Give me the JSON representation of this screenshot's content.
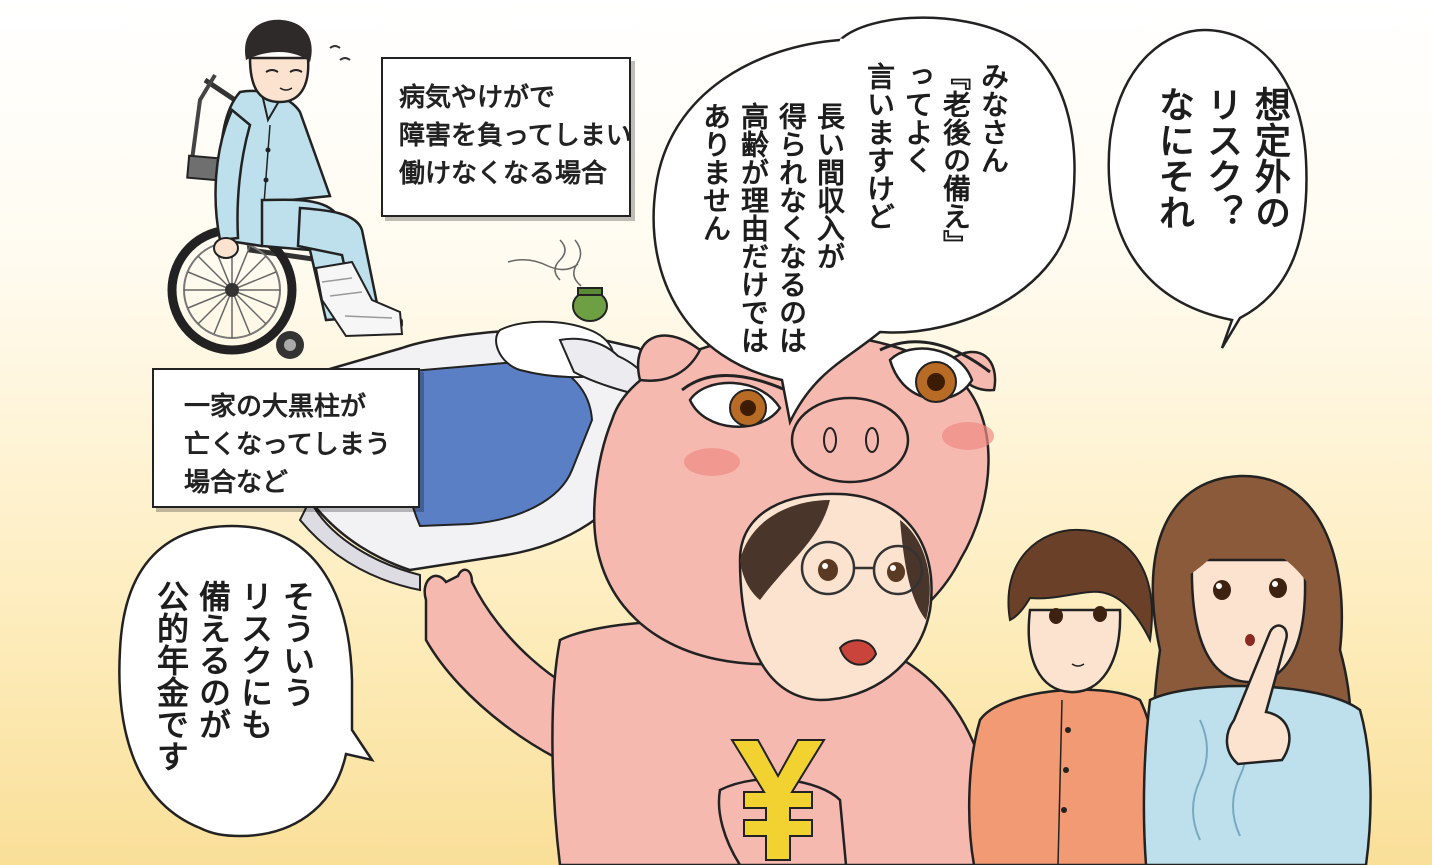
{
  "captions": {
    "disability": [
      "病気やけがで",
      "障害を負ってしまい",
      "働けなくなる場合"
    ],
    "death": [
      "一家の大黒柱が",
      "亡くなってしまう",
      "場合など"
    ]
  },
  "bubbles": {
    "unexpected": [
      "想定外の",
      "リスク？",
      "なにそれ"
    ],
    "pig_top": [
      "みなさん",
      "『老後の備え』",
      "ってよく",
      "言いますけど",
      "長い間収入が",
      "得られなくなるのは",
      "高齢が理由だけでは",
      "ありません"
    ],
    "pension": [
      "そういう",
      "リスクにも",
      "備えるのが",
      "公的年金です"
    ]
  },
  "icons": [
    "wheelchair-man-illustration",
    "futon-illustration",
    "incense-pot-icon",
    "pig-costume-woman-illustration",
    "yen-symbol-icon",
    "short-hair-woman-illustration",
    "long-hair-woman-illustration"
  ],
  "colors": {
    "background_top": "#ffffff",
    "background_bottom": "#f9df98",
    "pig_pink": "#f6b9b0",
    "futon_blue": "#5b7fc4",
    "pajama_blue": "#bde0ec",
    "yen_yellow": "#f2d230"
  }
}
